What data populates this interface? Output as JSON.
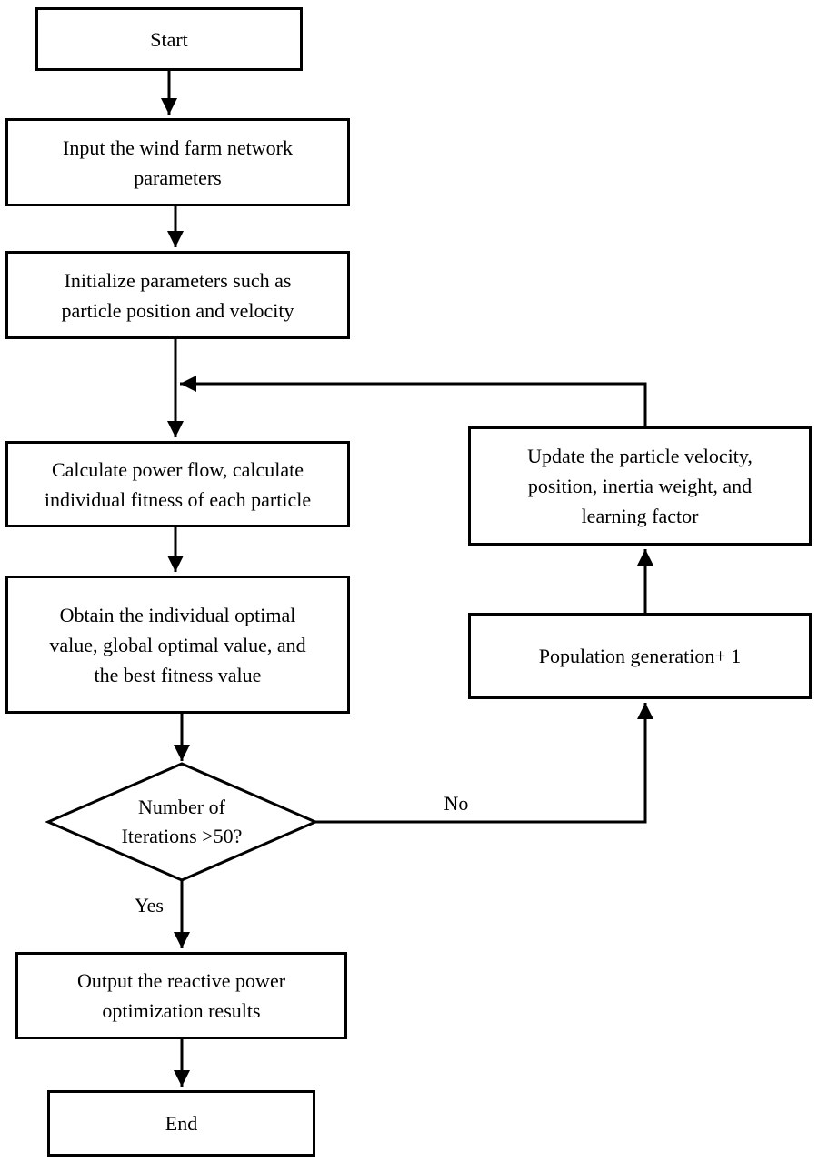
{
  "flowchart": {
    "nodes": {
      "start": {
        "label": "Start",
        "shape": "rectangle"
      },
      "input": {
        "label": "Input the wind farm network\nparameters",
        "shape": "rectangle"
      },
      "initialize": {
        "label": "Initialize parameters such as\nparticle position and velocity",
        "shape": "rectangle"
      },
      "calculate": {
        "label": "Calculate power flow, calculate\nindividual fitness of each particle",
        "shape": "rectangle"
      },
      "obtain": {
        "label": "Obtain the individual optimal\nvalue, global optimal value, and\nthe best fitness value",
        "shape": "rectangle"
      },
      "decision": {
        "label": "Number of\nIterations >50?",
        "shape": "diamond"
      },
      "output": {
        "label": "Output the reactive power\noptimization results",
        "shape": "rectangle"
      },
      "end": {
        "label": "End",
        "shape": "rectangle"
      },
      "update": {
        "label": "Update the particle velocity,\nposition, inertia weight, and\nlearning factor",
        "shape": "rectangle"
      },
      "population": {
        "label": "Population generation+ 1",
        "shape": "rectangle"
      }
    },
    "edge_labels": {
      "yes": "Yes",
      "no": "No"
    },
    "edges": [
      {
        "from": "start",
        "to": "input"
      },
      {
        "from": "input",
        "to": "initialize"
      },
      {
        "from": "initialize",
        "to": "calculate"
      },
      {
        "from": "calculate",
        "to": "obtain"
      },
      {
        "from": "obtain",
        "to": "decision"
      },
      {
        "from": "decision",
        "to": "output",
        "label": "Yes"
      },
      {
        "from": "output",
        "to": "end"
      },
      {
        "from": "decision",
        "to": "population",
        "label": "No"
      },
      {
        "from": "population",
        "to": "update"
      },
      {
        "from": "update",
        "to": "calculate",
        "note": "feedback joins the initialize-to-calculate connector"
      }
    ],
    "colors": {
      "stroke": "#000000",
      "background": "#ffffff",
      "text": "#000000"
    }
  }
}
